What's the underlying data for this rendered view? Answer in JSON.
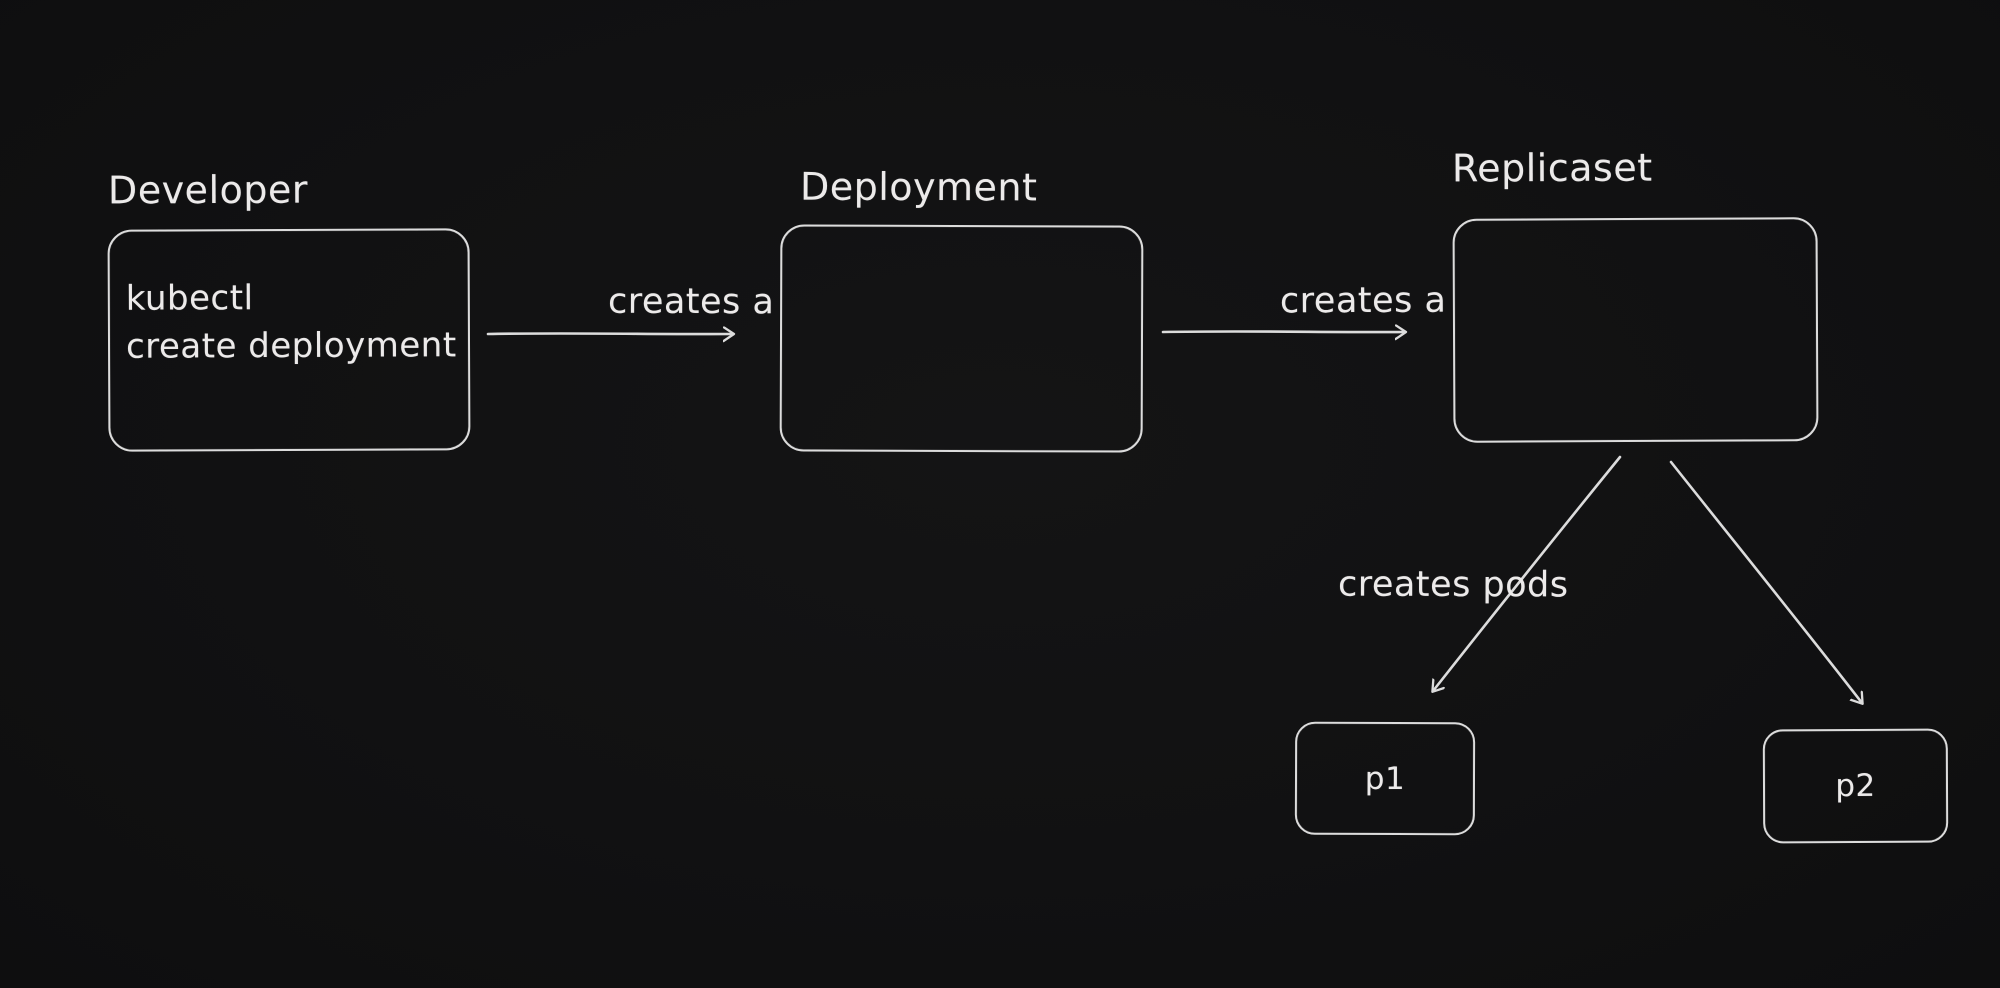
{
  "canvas": {
    "background": "#111112",
    "stroke_color": "#dcdcdc",
    "text_color": "#eceaea"
  },
  "nodes": {
    "developer": {
      "title": "Developer",
      "body_line1": "kubectl",
      "body_line2": "create deployment"
    },
    "deployment": {
      "title": "Deployment"
    },
    "replicaset": {
      "title": "Replicaset"
    },
    "pod1": {
      "label": "p1"
    },
    "pod2": {
      "label": "p2"
    }
  },
  "edges": {
    "developer_to_deployment": {
      "label": "creates a"
    },
    "deployment_to_replicaset": {
      "label": "creates a"
    },
    "replicaset_to_pods": {
      "label": "creates pods"
    }
  }
}
